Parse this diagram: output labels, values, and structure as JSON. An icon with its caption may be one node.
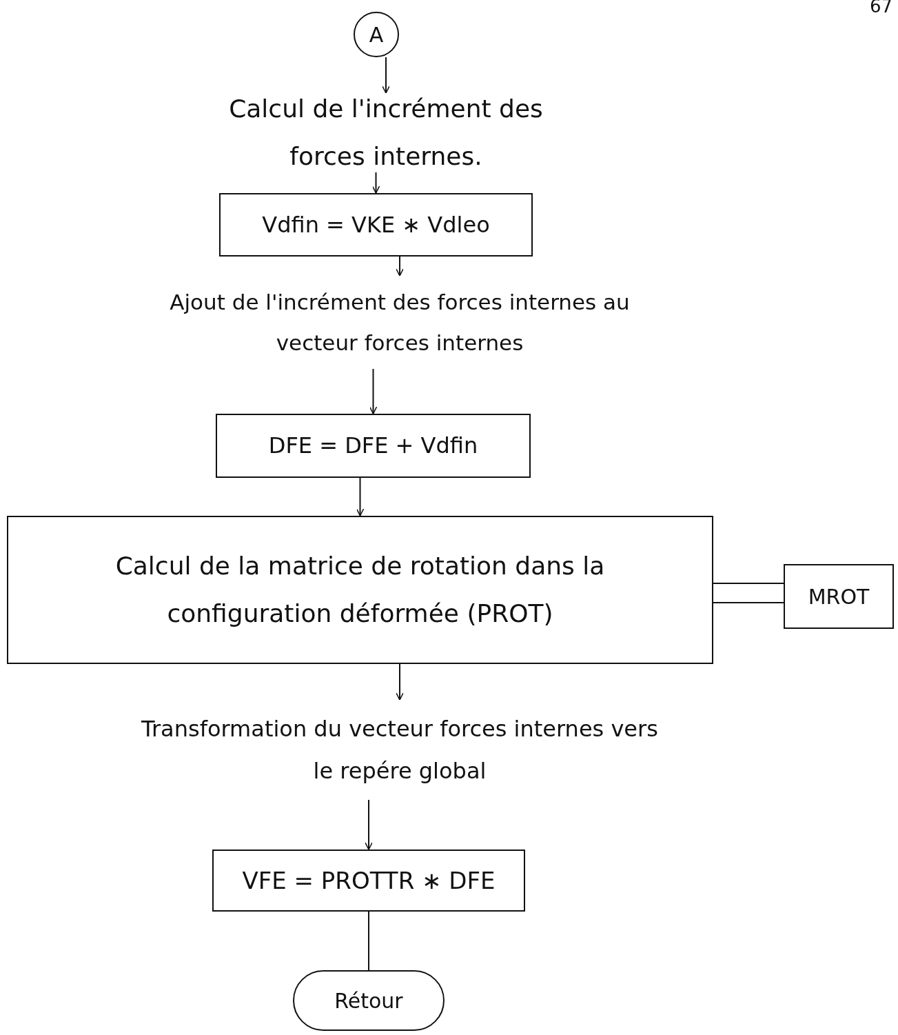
{
  "diagram": {
    "nodes": [
      {
        "text": [
          "A"
        ]
      },
      {
        "text": [
          "Calcul de l'incrément des forces internes."
        ]
      },
      {
        "text": [
          "Vdfin = VKE ∗ Vdleo"
        ]
      },
      {
        "text": [
          "Ajout de l'incrément des forces internes au vecteur forces internes"
        ]
      },
      {
        "text": [
          "DFE = DFE + Vdfin"
        ]
      },
      {
        "text": [
          "Calcul de la matrice de rotation dans la configuration déformée (PROT)"
        ]
      },
      {
        "text": [
          "MROT"
        ]
      },
      {
        "text": [
          "Transformation du vecteur forces internes vers le repére global"
        ]
      },
      {
        "text": [
          "VFE = PROTTR ∗ DFE"
        ]
      },
      {
        "text": [
          "Rétour"
        ]
      }
    ],
    "edges": [
      {
        "from": 0,
        "to": 1,
        "arrow": "to"
      },
      {
        "from": 1,
        "to": 2,
        "arrow": "to"
      },
      {
        "from": 2,
        "to": 3,
        "arrow": "to"
      },
      {
        "from": 3,
        "to": 4,
        "arrow": "to"
      },
      {
        "from": 4,
        "to": 5,
        "arrow": "to"
      },
      {
        "from": 5,
        "to": 6,
        "arrow": "none"
      },
      {
        "from": 5,
        "to": 7,
        "arrow": "to"
      },
      {
        "from": 7,
        "to": 8,
        "arrow": "to"
      },
      {
        "from": 8,
        "to": 9,
        "arrow": "none"
      }
    ],
    "labels": [
      "67"
    ]
  }
}
